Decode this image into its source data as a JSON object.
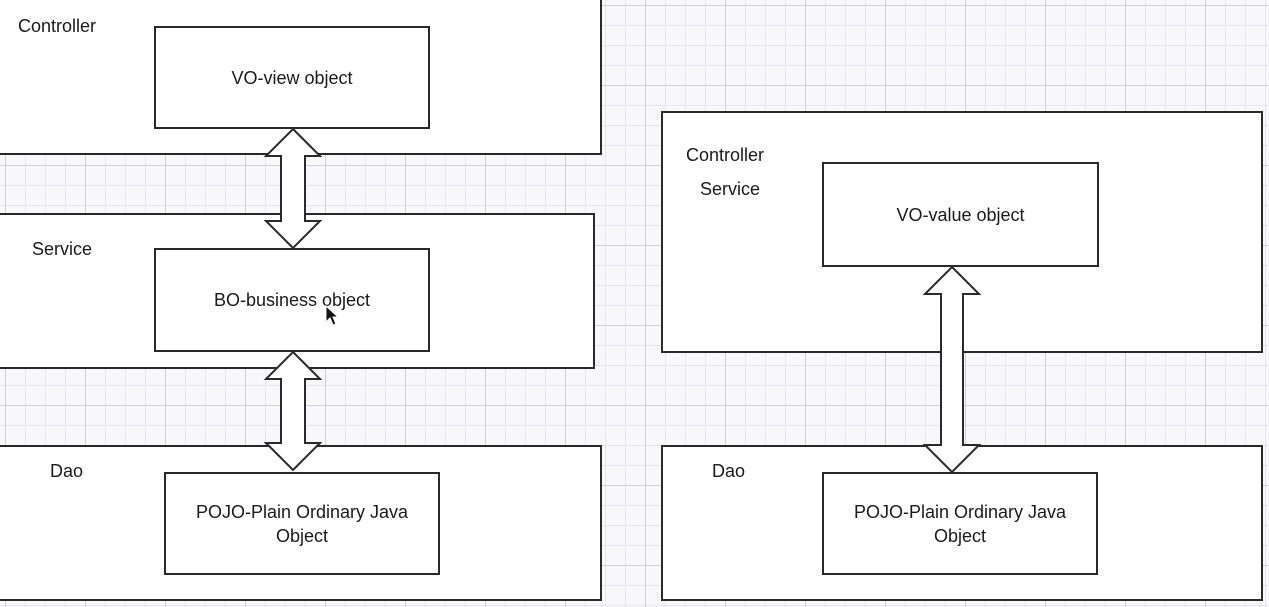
{
  "left_diagram": {
    "controller": {
      "label": "Controller",
      "object": "VO-view object"
    },
    "service": {
      "label": "Service",
      "object": "BO-business object"
    },
    "dao": {
      "label": "Dao",
      "object": "POJO-Plain Ordinary Java Object"
    }
  },
  "right_diagram": {
    "top_layer": {
      "controller_label": "Controller",
      "service_label": "Service",
      "object": "VO-value object"
    },
    "dao": {
      "label": "Dao",
      "object": "POJO-Plain Ordinary Java Object"
    }
  },
  "colors": {
    "stroke": "#2a2a2a",
    "box_fill": "#ffffff",
    "grid": "#cfcfe0"
  }
}
